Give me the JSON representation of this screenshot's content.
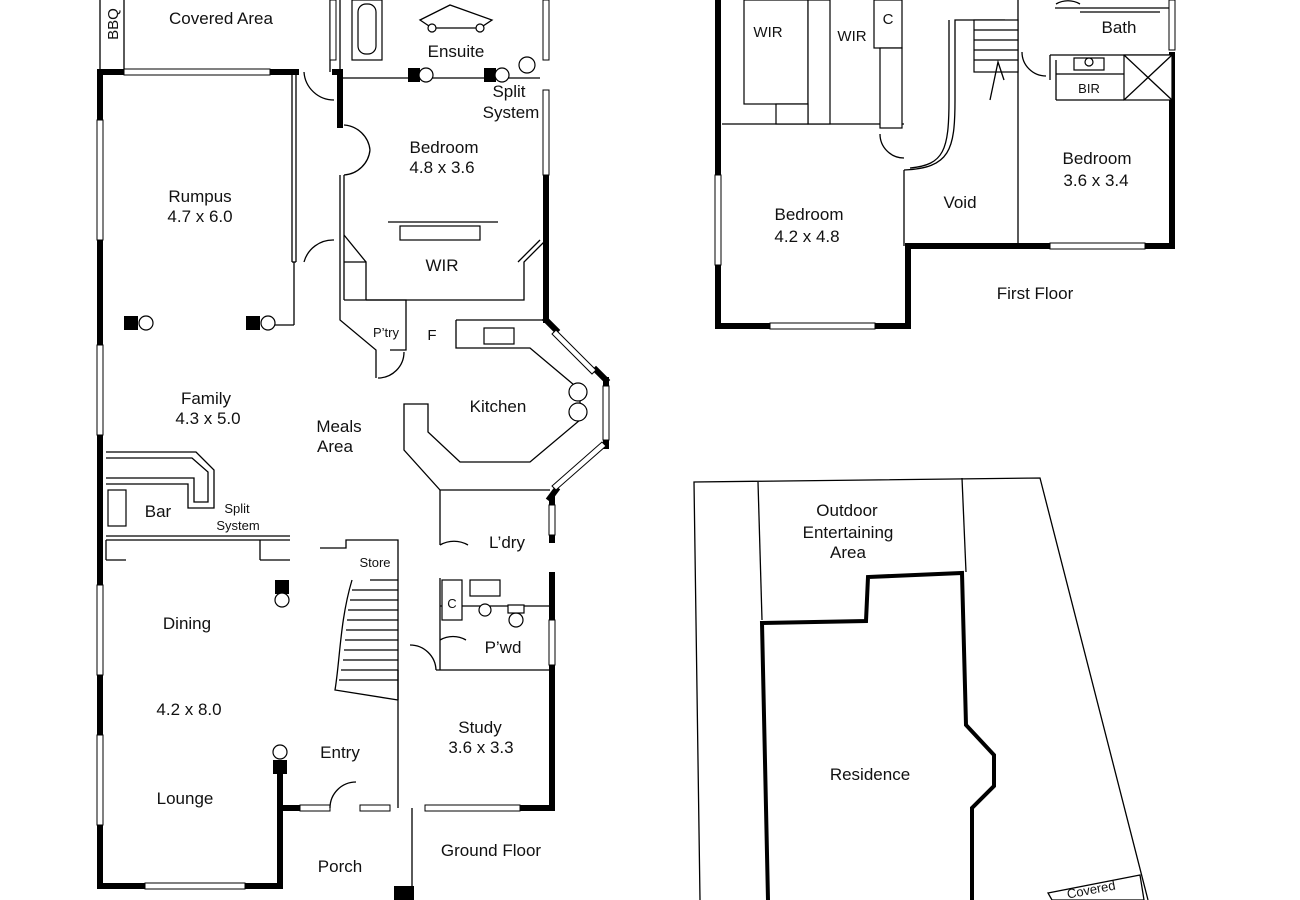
{
  "labels": {
    "covered_area": "Covered Area",
    "bbq": "BBQ",
    "ensuite": "Ensuite",
    "split_system_1": "Split",
    "split_system_1b": "System",
    "bedroom_main": "Bedroom",
    "bedroom_main_dim": "4.8 x 3.6",
    "wir_main": "WIR",
    "rumpus": "Rumpus",
    "rumpus_dim": "4.7 x 6.0",
    "pantry": "P’try",
    "fridge": "F",
    "kitchen": "Kitchen",
    "family": "Family",
    "family_dim": "4.3 x 5.0",
    "meals": "Meals",
    "meals_b": "Area",
    "bar": "Bar",
    "split_system_2": "Split",
    "split_system_2b": "System",
    "laundry": "L’dry",
    "store": "Store",
    "cupboard_1": "C",
    "powder": "P’wd",
    "dining": "Dining",
    "dining_dim": "4.2 x 8.0",
    "lounge": "Lounge",
    "entry": "Entry",
    "study": "Study",
    "study_dim": "3.6 x 3.3",
    "porch": "Porch",
    "ground_floor": "Ground Floor",
    "wir_up_1": "WIR",
    "wir_up_2": "WIR",
    "cupboard_2": "C",
    "bath": "Bath",
    "bir": "BIR",
    "bedroom_up_1": "Bedroom",
    "bedroom_up_1_dim": "4.2 x 4.8",
    "void": "Void",
    "bedroom_up_2": "Bedroom",
    "bedroom_up_2_dim": "3.6 x 3.4",
    "first_floor": "First Floor",
    "outdoor": "Outdoor",
    "outdoor_b": "Entertaining",
    "outdoor_c": "Area",
    "residence": "Residence",
    "covered_site": "Covered"
  }
}
